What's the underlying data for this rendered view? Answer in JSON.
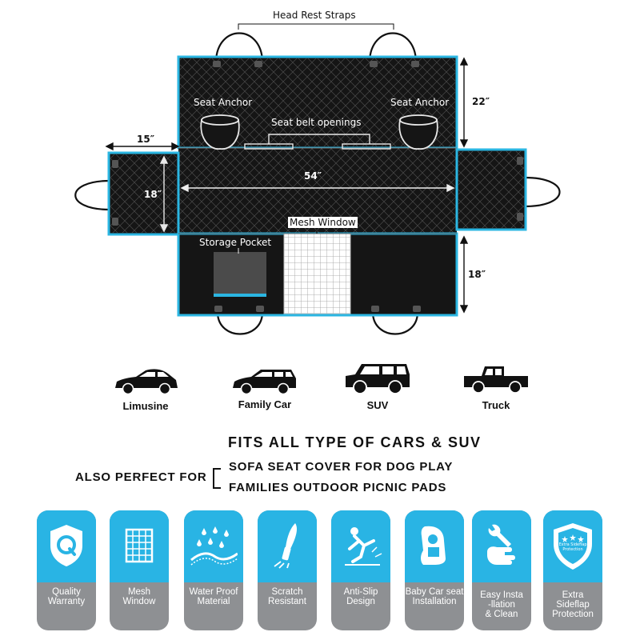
{
  "diagram": {
    "labels": {
      "head_rest_straps": "Head Rest Straps",
      "seat_anchor_left": "Seat Anchor",
      "seat_anchor_right": "Seat Anchor",
      "seat_belt_openings": "Seat belt openings",
      "mesh_window": "Mesh Window",
      "storage_pocket": "Storage Pocket"
    },
    "dimensions": {
      "top_height": "22″",
      "side_width": "15″",
      "side_height": "18″",
      "total_width": "54″",
      "bottom_height": "18″"
    },
    "colors": {
      "fabric": "#151515",
      "trim": "#2bb6e2",
      "quilt": "#4a4a4a"
    }
  },
  "vehicles": [
    {
      "label": "Limusine",
      "icon": "sedan-icon"
    },
    {
      "label": "Family Car",
      "icon": "station-wagon-icon"
    },
    {
      "label": "SUV",
      "icon": "suv-icon"
    },
    {
      "label": "Truck",
      "icon": "pickup-truck-icon"
    }
  ],
  "headline": "FITS ALL TYPE OF CARS & SUV",
  "also_perfect_for": {
    "lead": "ALSO PERFECT FOR",
    "uses": [
      "SOFA SEAT COVER FOR DOG PLAY",
      "FAMILIES OUTDOOR PICNIC PADS"
    ]
  },
  "features": [
    {
      "line1": "Quality",
      "line2": "Warranty",
      "line3": "",
      "icon": "quality-shield-icon"
    },
    {
      "line1": "Mesh",
      "line2": "Window",
      "line3": "",
      "icon": "mesh-grid-icon"
    },
    {
      "line1": "Water Proof",
      "line2": "Material",
      "line3": "",
      "icon": "water-drops-icon"
    },
    {
      "line1": "Scratch",
      "line2": "Resistant",
      "line3": "",
      "icon": "knife-scratch-icon"
    },
    {
      "line1": "Anti-Slip",
      "line2": "Design",
      "line3": "",
      "icon": "slipping-person-icon"
    },
    {
      "line1": "Baby Car seat",
      "line2": "Installation",
      "line3": "",
      "icon": "baby-car-seat-icon"
    },
    {
      "line1": "Easy Insta",
      "line2": "-llation",
      "line3": "& Clean",
      "icon": "wrench-hand-icon"
    },
    {
      "line1": "Extra",
      "line2": "Sideflap",
      "line3": "Protection",
      "icon": "sideflap-badge-icon"
    }
  ],
  "badge_text": "Extra Sideflap Protection",
  "palette": {
    "feature_blue": "#29b4e4",
    "feature_gray": "#8e9093"
  }
}
